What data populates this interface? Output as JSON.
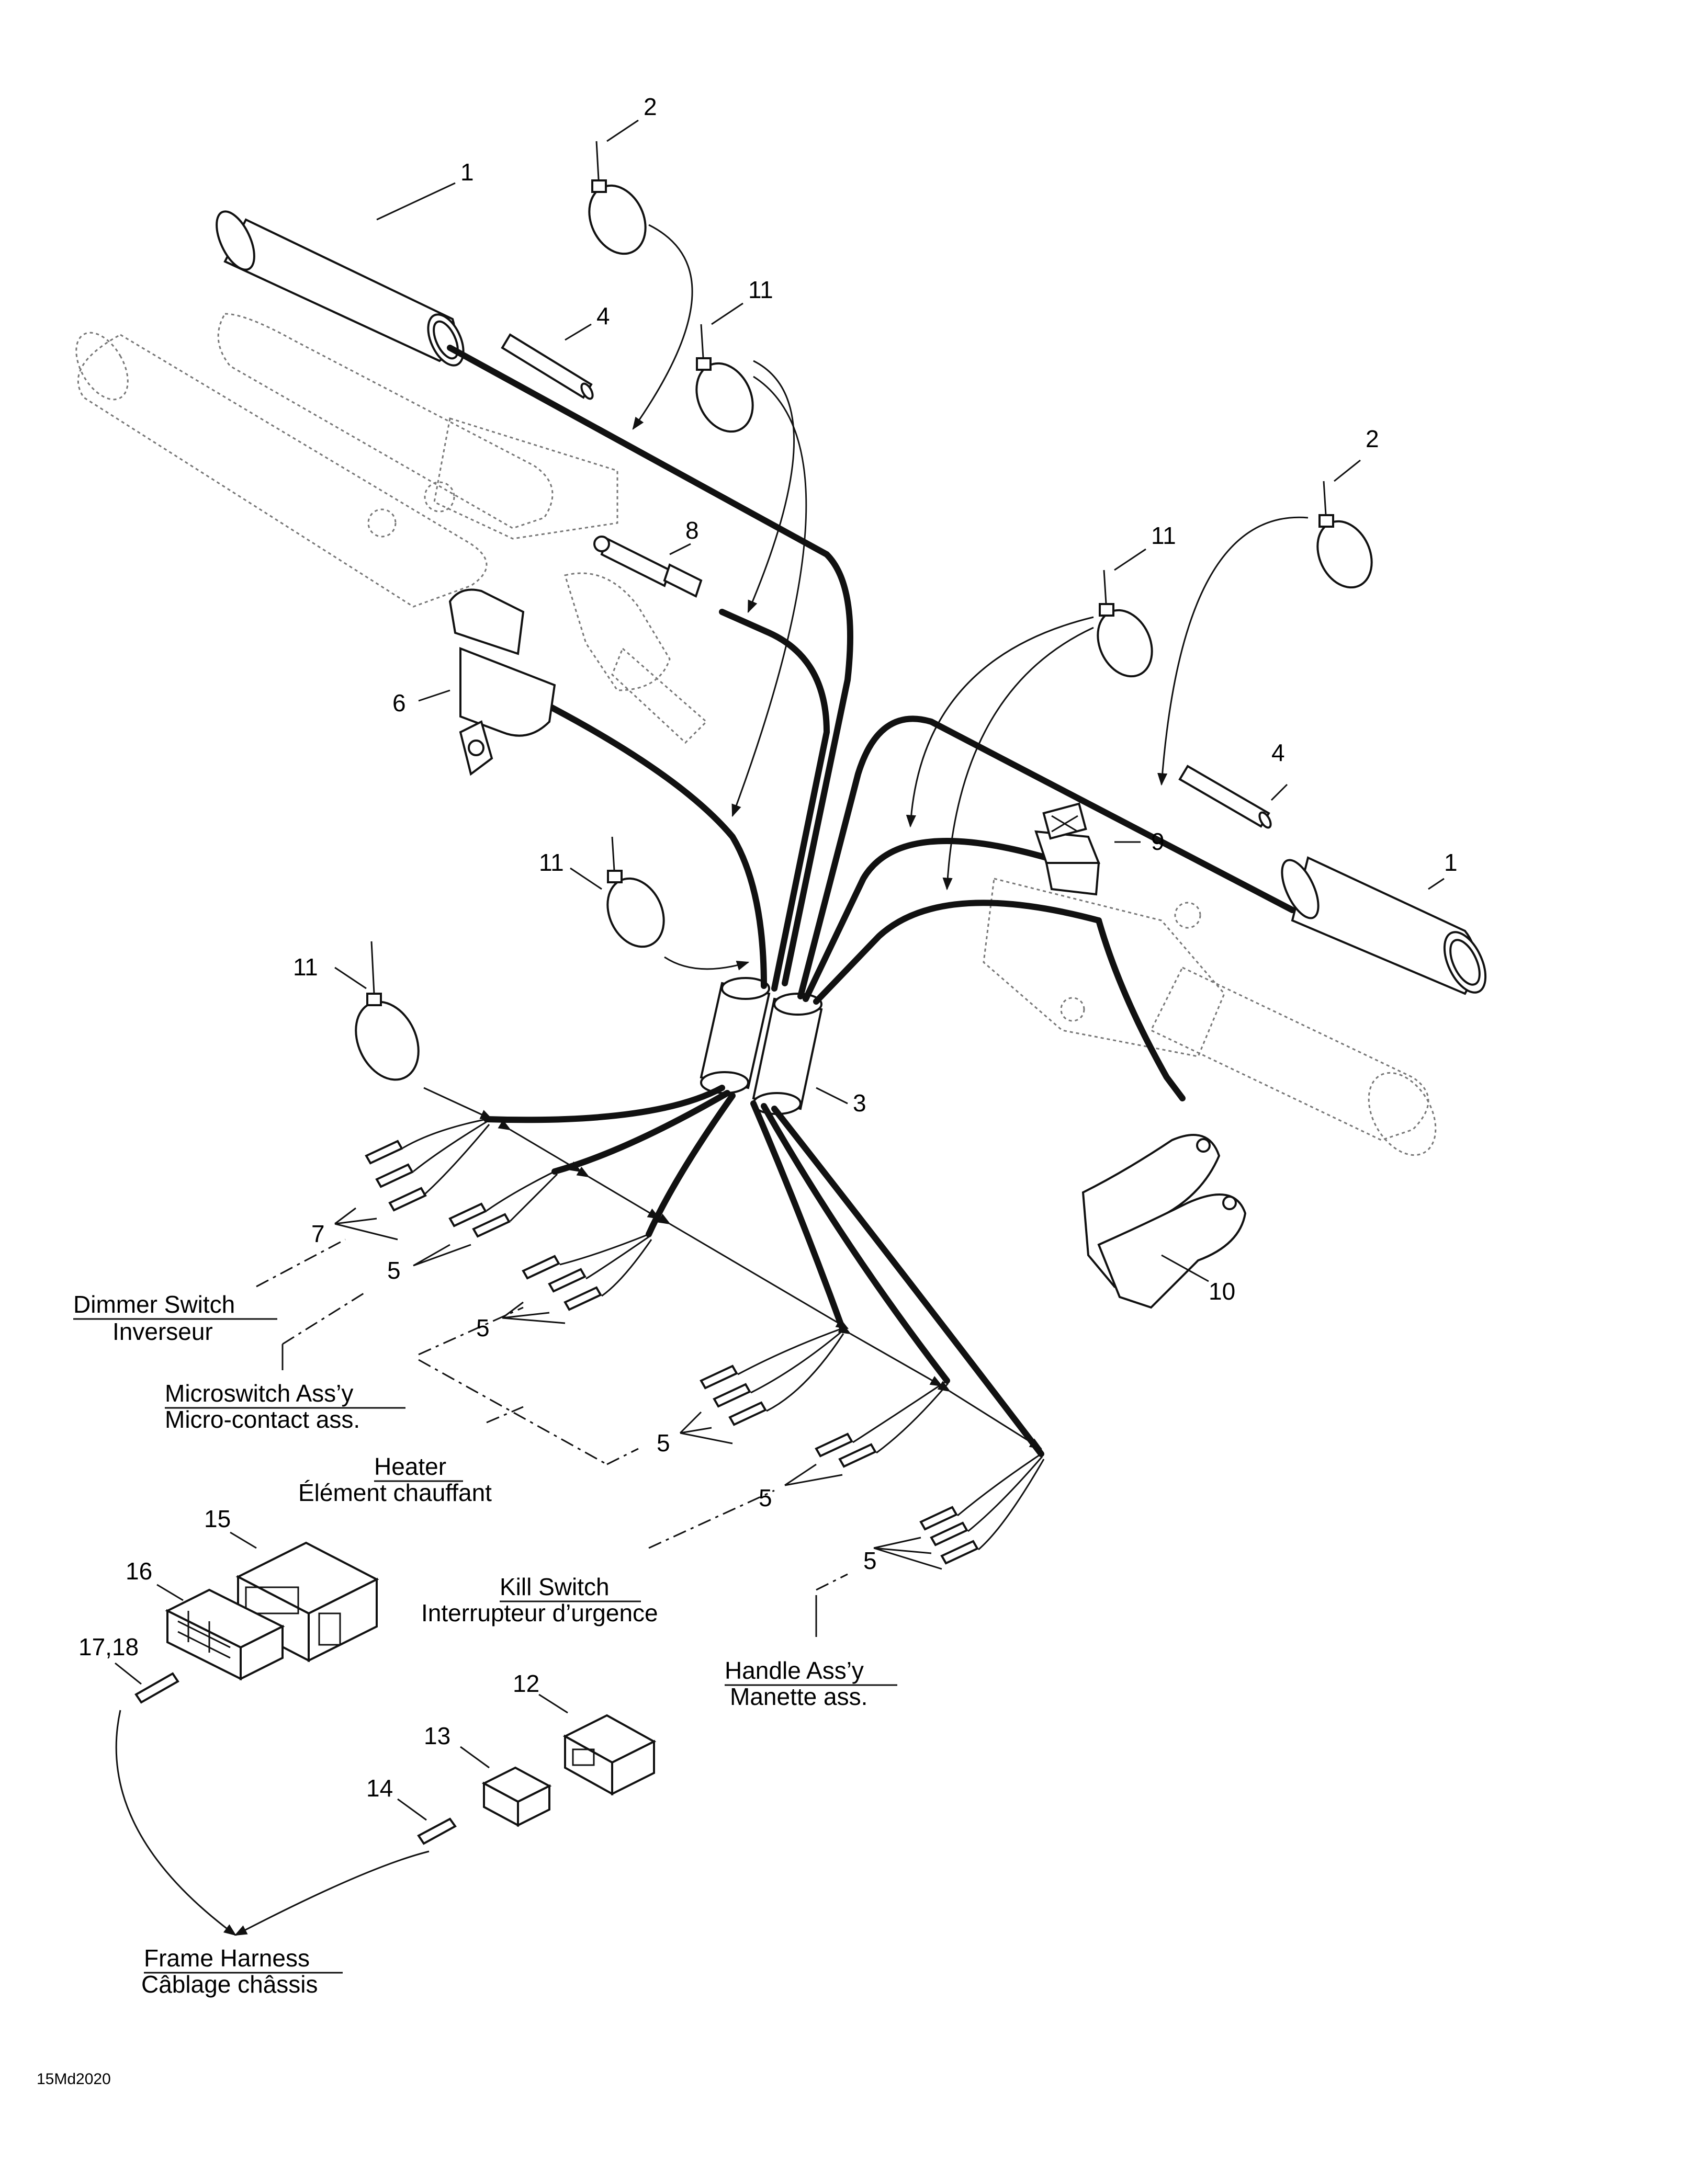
{
  "callouts": {
    "c1a": "1",
    "c1b": "1",
    "c2a": "2",
    "c2b": "2",
    "c3": "3",
    "c4a": "4",
    "c4b": "4",
    "c5a": "5",
    "c5b": "5",
    "c5c": "5",
    "c5d": "5",
    "c5e": "5",
    "c6": "6",
    "c7": "7",
    "c8": "8",
    "c9": "9",
    "c10": "10",
    "c11a": "11",
    "c11b": "11",
    "c11c": "11",
    "c11d": "11",
    "c12": "12",
    "c13": "13",
    "c14": "14",
    "c15": "15",
    "c16": "16",
    "c1718": "17,18"
  },
  "labels": {
    "dimmer_en": "Dimmer Switch",
    "dimmer_fr": "Inverseur",
    "micro_en": "Microswitch Ass’y",
    "micro_fr": "Micro-contact ass.",
    "heater_en": "Heater",
    "heater_fr": "Élément chauffant",
    "kill_en": "Kill Switch",
    "kill_fr": "Interrupteur d’urgence",
    "handle_en": "Handle Ass’y",
    "handle_fr": "Manette ass.",
    "frame_en": "Frame Harness",
    "frame_fr": "Câblage châssis"
  },
  "drawing_code": "15Md2020",
  "icons": {
    "grip": "handlebar-grip-icon",
    "cable_tie": "cable-tie-icon",
    "sleeve": "sleeve-icon",
    "switch": "switch-icon",
    "connector": "connector-housing-icon",
    "terminal": "terminal-pin-icon"
  }
}
